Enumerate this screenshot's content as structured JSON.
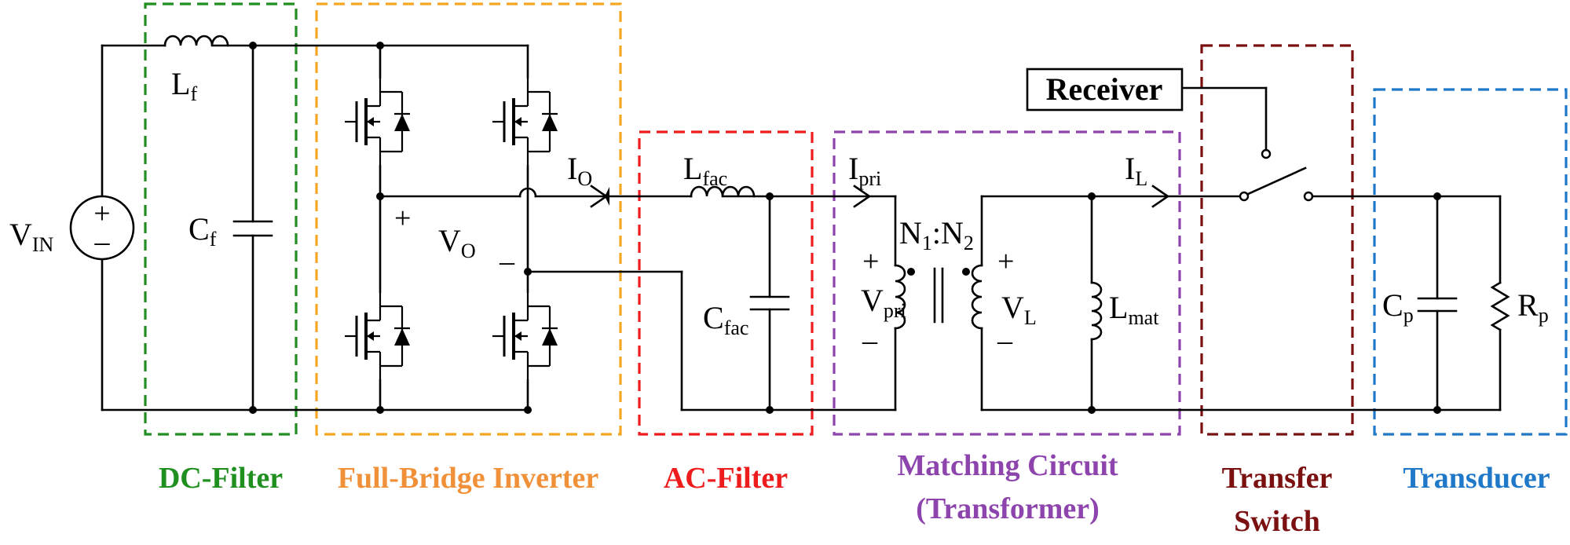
{
  "labels": {
    "vin": "V",
    "vin_sub": "IN",
    "lf": "L",
    "lf_sub": "f",
    "cf": "C",
    "cf_sub": "f",
    "io": "I",
    "io_sub": "O",
    "vo": "V",
    "vo_sub": "O",
    "lfac": "L",
    "lfac_sub": "fac",
    "cfac": "C",
    "cfac_sub": "fac",
    "ipri": "I",
    "ipri_sub": "pri",
    "n1": "N",
    "n1_sub": "1",
    "colon": ":",
    "n2": "N",
    "n2_sub": "2",
    "vpri": "V",
    "vpri_sub": "pri",
    "vl": "V",
    "vl_sub": "L",
    "il": "I",
    "il_sub": "L",
    "lmat": "L",
    "lmat_sub": "mat",
    "cp": "C",
    "cp_sub": "p",
    "rp": "R",
    "rp_sub": "p",
    "receiver": "Receiver",
    "plus": "+",
    "minus": "–"
  },
  "sections": {
    "dc_filter": "DC-Filter",
    "inverter": "Full-Bridge Inverter",
    "ac_filter": "AC-Filter",
    "matching_line1": "Matching Circuit",
    "matching_line2": "(Transformer)",
    "switch_line1": "Transfer",
    "switch_line2": "Switch",
    "transducer": "Transducer"
  },
  "colors": {
    "dc_filter": "#1f8f1f",
    "inverter": "#f5a623",
    "ac_filter": "#ee1c1c",
    "matching": "#8e44ad",
    "switch": "#7b1010",
    "transducer": "#1f78c8",
    "inverter_text": "#f0913a"
  }
}
